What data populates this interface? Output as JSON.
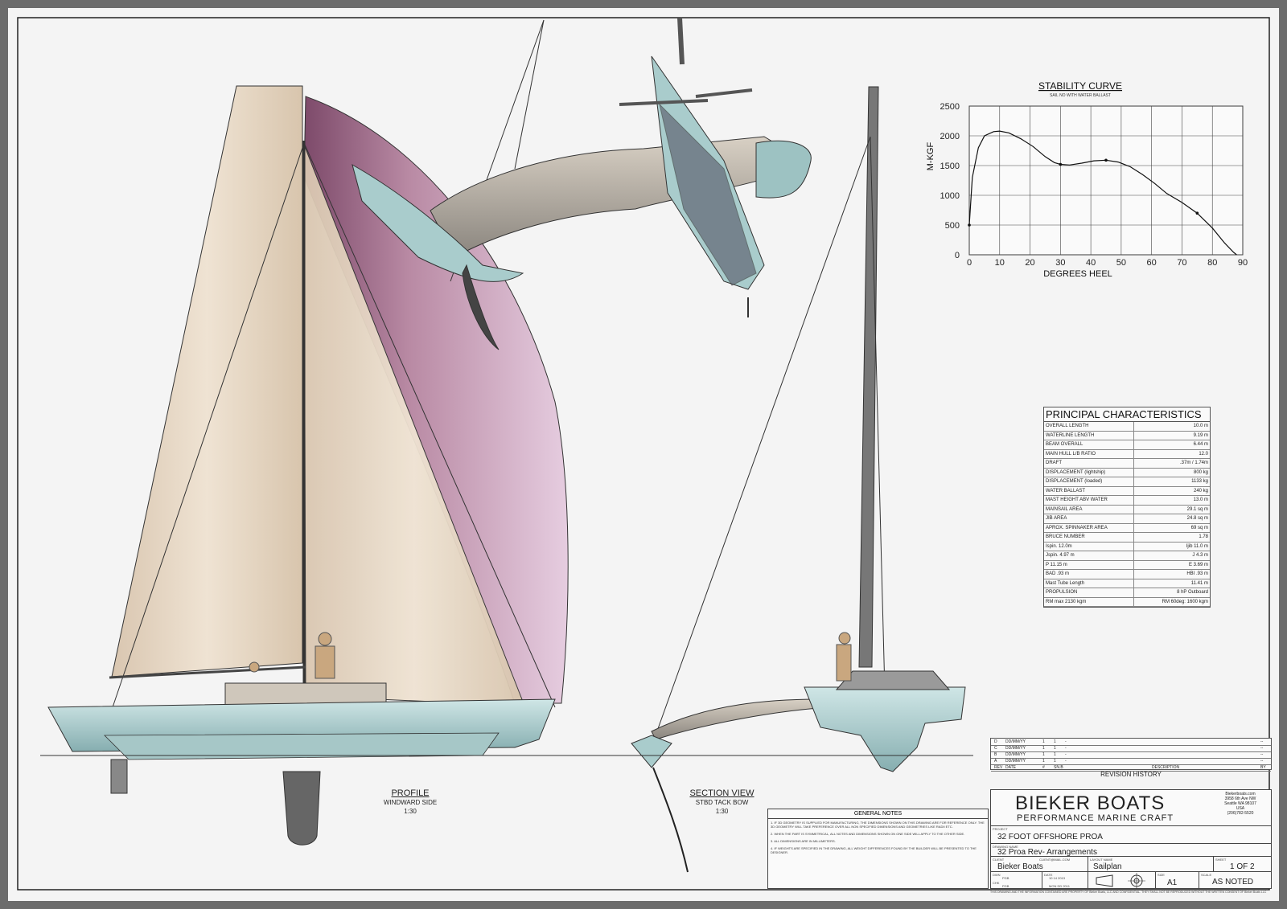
{
  "profile_view": {
    "title": "PROFILE",
    "subtitle": "WINDWARD SIDE",
    "scale": "1:30"
  },
  "section_view": {
    "title": "SECTION VIEW",
    "subtitle": "STBD TACK BOW",
    "scale": "1:30"
  },
  "colors": {
    "hull": "#a9cfcf",
    "mainsail": "#e4d4c0",
    "spinnaker": "#b98aa4",
    "sheet_bg": "#f5f5f5",
    "frame": "#6c6c6c"
  },
  "chart_data": {
    "type": "line",
    "title": "STABILITY CURVE",
    "subtitle": "SAIL NO WITH WATER BALLAST",
    "xlabel": "DEGREES HEEL",
    "ylabel": "M-KGF",
    "xlim": [
      0,
      90
    ],
    "ylim": [
      0,
      2500
    ],
    "xticks": [
      0,
      10,
      20,
      30,
      40,
      50,
      60,
      70,
      80,
      90
    ],
    "yticks": [
      0,
      500,
      1000,
      1500,
      2000,
      2500
    ],
    "grid": true,
    "series": [
      {
        "x": [
          0,
          1,
          3,
          5,
          8,
          10,
          13,
          17,
          21,
          25,
          28,
          30,
          33,
          37,
          41,
          45,
          49,
          53,
          57,
          61,
          65,
          70,
          75,
          80,
          84,
          87,
          88
        ],
        "y": [
          500,
          1300,
          1800,
          2000,
          2070,
          2080,
          2050,
          1950,
          1820,
          1650,
          1550,
          1520,
          1510,
          1540,
          1580,
          1590,
          1560,
          1480,
          1350,
          1200,
          1030,
          880,
          700,
          450,
          200,
          40,
          0
        ]
      }
    ]
  },
  "principal_characteristics": {
    "title": "PRINCIPAL CHARACTERISTICS",
    "rows": [
      {
        "label": "OVERALL LENGTH",
        "value": "10.0 m"
      },
      {
        "label": "WATERLINE LENGTH",
        "value": "9.19 m"
      },
      {
        "label": "BEAM OVERALL",
        "value": "6.44 m"
      },
      {
        "label": "MAIN HULL L/B RATIO",
        "value": "12.0"
      },
      {
        "label": "DRAFT",
        "value": ".37m / 1.74m"
      },
      {
        "label": "DISPLACEMENT (lightship)",
        "value": "800 kg"
      },
      {
        "label": "DISPLACEMENT (loaded)",
        "value": "1133 kg"
      },
      {
        "label": "WATER BALLAST",
        "value": "240 kg"
      },
      {
        "label": "MAST HEIGHT ABV WATER",
        "value": "13.0 m"
      },
      {
        "label": "MAINSAIL AREA",
        "value": "29.1 sq m"
      },
      {
        "label": "JIB AREA",
        "value": "24.8 sq m"
      },
      {
        "label": "APROX. SPINNAKER AREA",
        "value": "69 sq m"
      },
      {
        "label": "BRUCE NUMBER",
        "value": "1.78"
      },
      {
        "label": "Ispin.  12.0m",
        "value": "Ijib  11.0 m"
      },
      {
        "label": "Jspin.  4.97 m",
        "value": "J  4.3 m"
      },
      {
        "label": "P  11.15 m",
        "value": "E  3.69 m"
      },
      {
        "label": "BAD  .93 m",
        "value": "HBI  .93 m"
      },
      {
        "label": "Mast Tube Length",
        "value": "11.41 m"
      },
      {
        "label": "PROPULSION",
        "value": "8 hP Outboard"
      },
      {
        "label": "RM max 2130 kgm",
        "value": "RM 60deg: 1600 kgm"
      }
    ]
  },
  "revision_history": {
    "title": "REVISION HISTORY",
    "columns": [
      "REV",
      "DATE",
      "#",
      "SN.B",
      "DESCRIPTION",
      "BY"
    ],
    "rows": [
      {
        "rev": "D",
        "date": "DD/MM/YY",
        "a": "1",
        "b": "1",
        "desc": "-",
        "by": "--"
      },
      {
        "rev": "C",
        "date": "DD/MM/YY",
        "a": "1",
        "b": "1",
        "desc": "-",
        "by": "--"
      },
      {
        "rev": "B",
        "date": "DD/MM/YY",
        "a": "1",
        "b": "1",
        "desc": "-",
        "by": "--"
      },
      {
        "rev": "A",
        "date": "DD/MM/YY",
        "a": "1",
        "b": "1",
        "desc": "-",
        "by": "--"
      }
    ]
  },
  "general_notes": {
    "title": "GENERAL NOTES",
    "notes": [
      "1. IF 3D GEOMETRY IS SUPPLIED FOR MANUFACTURING, THE DIMENSIONS SHOWN ON THIS DRAWING ARE FOR REFERENCE ONLY. THE 3D GEOMETRY WILL TAKE PREFERENCE OVER ALL NON SPECIFIED DIMENSIONS AND GEOMETRIES LIKE RADII ETC.",
      "2. WHEN THE PART IS SYMMETRICAL, ALL NOTES AND DIMENSIONS SHOWN ON ONE SIDE WILL APPLY TO THE OTHER SIDE.",
      "3. ALL DIMENSIONS ARE IN MILLIMETERS.",
      "4. IF WEIGHTS ARE SPECIFIED IN THE DRAWING, ALL WEIGHT DIFFERENCES FOUND BY THE BUILDER WILL BE PRESENTED TO THE DESIGNER."
    ]
  },
  "title_block": {
    "company": "BIEKER BOATS",
    "tagline": "PERFORMANCE MARINE CRAFT",
    "address": [
      "Biekerboats.com",
      "3958 6th Ave NW",
      "Seattle WA 98107",
      "USA",
      "(206)782-5520"
    ],
    "project_label": "PROJECT",
    "project": "32 FOOT OFFSHORE PROA",
    "drawing_label": "DRAWING NAME",
    "drawing_name": "32 Proa Rev- Arrangements",
    "client_label": "CLIENT",
    "client": "Bieker Boats",
    "client_email": "CLIENT@MAIL.COM",
    "layout_label": "LAYOUT NAME",
    "layout_name": "Sailplan",
    "sheet_label": "SHEET",
    "sheet": "1 OF 2",
    "drawn_label": "DWN",
    "drawn_by": "PGB",
    "chk_label": "CHK",
    "chk_by": "PGB",
    "date_label": "DATE",
    "date1": "10 14 2013",
    "date2": "MON DD 2011",
    "size_label": "SIZE",
    "size": "A1",
    "scale_label": "SCALE",
    "scale": "AS NOTED",
    "disclaimer": "THIS DRAWING AND THE INFORMATION CONTAINED ARE PROPERTY OF Bieker Boats, LLC AND CONFIDENTIAL. THEY SHALL NOT BE REPRODUCED WITHOUT THE WRITTEN CONSENT OF Bieker Boats LLC"
  }
}
